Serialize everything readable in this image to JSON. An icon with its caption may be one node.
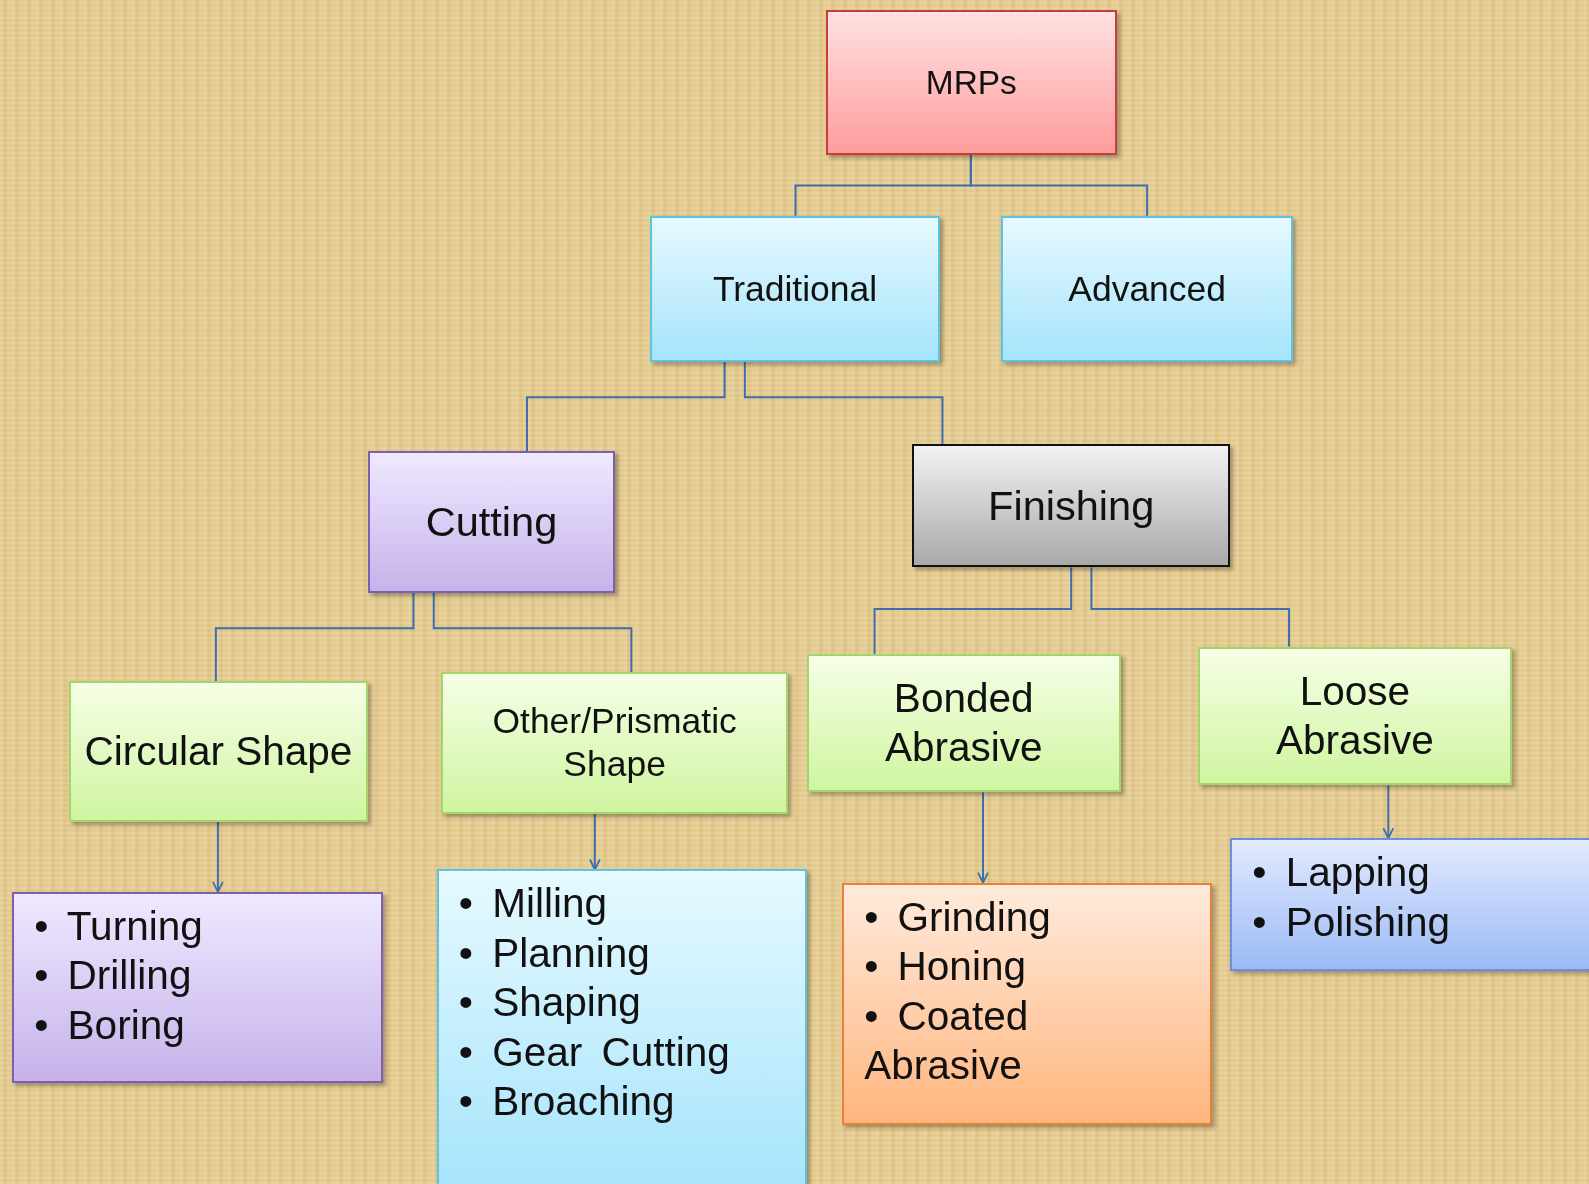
{
  "diagram": {
    "nodes": [
      {
        "text": [
          "MRPs"
        ]
      },
      {
        "text": [
          "Traditional"
        ]
      },
      {
        "text": [
          "Advanced"
        ]
      },
      {
        "text": [
          "Cutting"
        ]
      },
      {
        "text": [
          "Finishing"
        ]
      },
      {
        "text": [
          "Circular Shape"
        ]
      },
      {
        "text": [
          "Other/Prismatic Shape"
        ]
      },
      {
        "text": [
          "Bonded Abrasive"
        ]
      },
      {
        "text": [
          "Loose Abrasive"
        ]
      },
      {
        "text": [
          "• Turning",
          "• Drilling",
          "• Boring"
        ]
      },
      {
        "text": [
          "• Milling",
          "• Planning",
          "• Shaping",
          "• Gear Cutting",
          "• Broaching"
        ]
      },
      {
        "text": [
          "• Grinding",
          "• Honing",
          "• Coated Abrasive"
        ]
      },
      {
        "text": [
          "• Lapping",
          "• Polishing"
        ]
      }
    ],
    "edges": [
      {
        "from": 0,
        "to": 1,
        "arrow": "none"
      },
      {
        "from": 0,
        "to": 2,
        "arrow": "none"
      },
      {
        "from": 1,
        "to": 3,
        "arrow": "none"
      },
      {
        "from": 1,
        "to": 4,
        "arrow": "none"
      },
      {
        "from": 3,
        "to": 5,
        "arrow": "none"
      },
      {
        "from": 3,
        "to": 6,
        "arrow": "none"
      },
      {
        "from": 4,
        "to": 7,
        "arrow": "none"
      },
      {
        "from": 4,
        "to": 8,
        "arrow": "none"
      },
      {
        "from": 5,
        "to": 9,
        "arrow": "to"
      },
      {
        "from": 6,
        "to": 10,
        "arrow": "to"
      },
      {
        "from": 7,
        "to": 11,
        "arrow": "to"
      },
      {
        "from": 8,
        "to": 12,
        "arrow": "to"
      }
    ]
  }
}
